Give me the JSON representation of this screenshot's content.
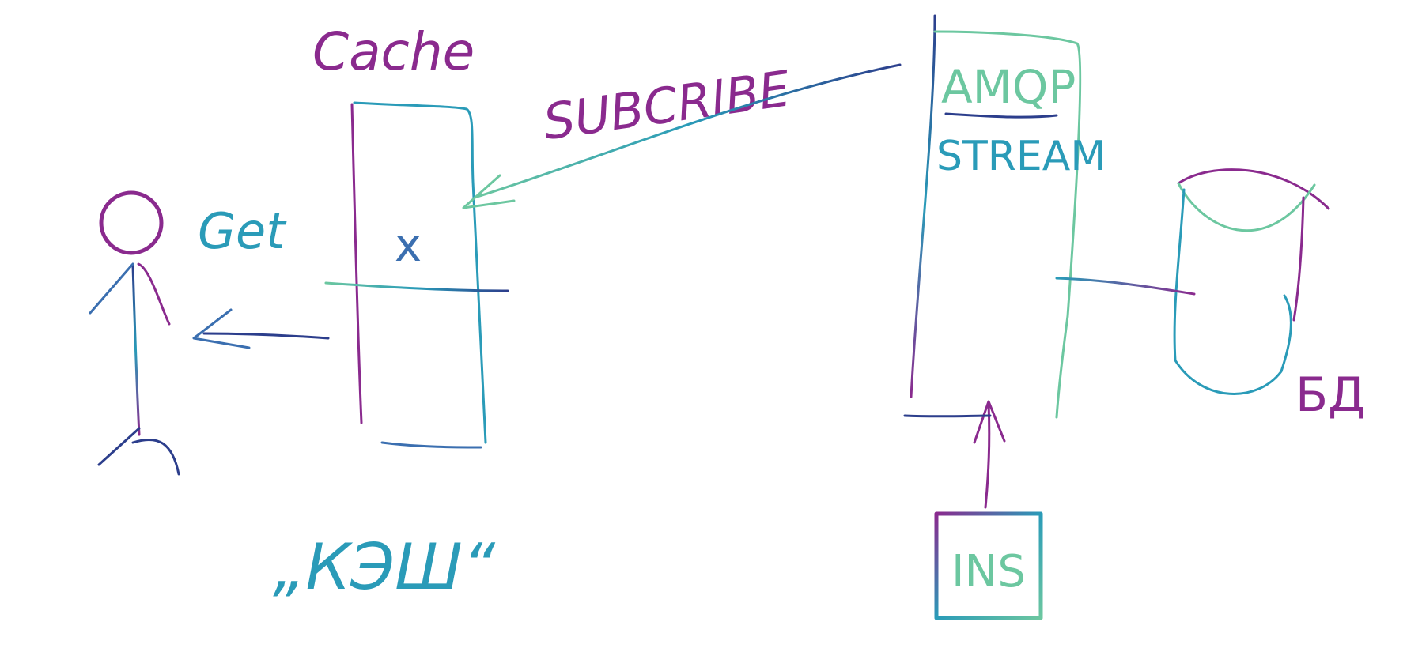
{
  "labels": {
    "cache_title": "Cache",
    "get": "Get",
    "x_mark": "x",
    "subscribe": "SUBCRIBE",
    "amqp": "AMQP",
    "stream": "STREAM",
    "ins": "INS",
    "db": "БД",
    "kesh": "„КЭШ“"
  },
  "colors": {
    "purple": "#8a2a8e",
    "teal": "#2a9bb8",
    "green": "#6cc7a0",
    "navy": "#2c3e8c",
    "blue": "#3b6fb0"
  }
}
